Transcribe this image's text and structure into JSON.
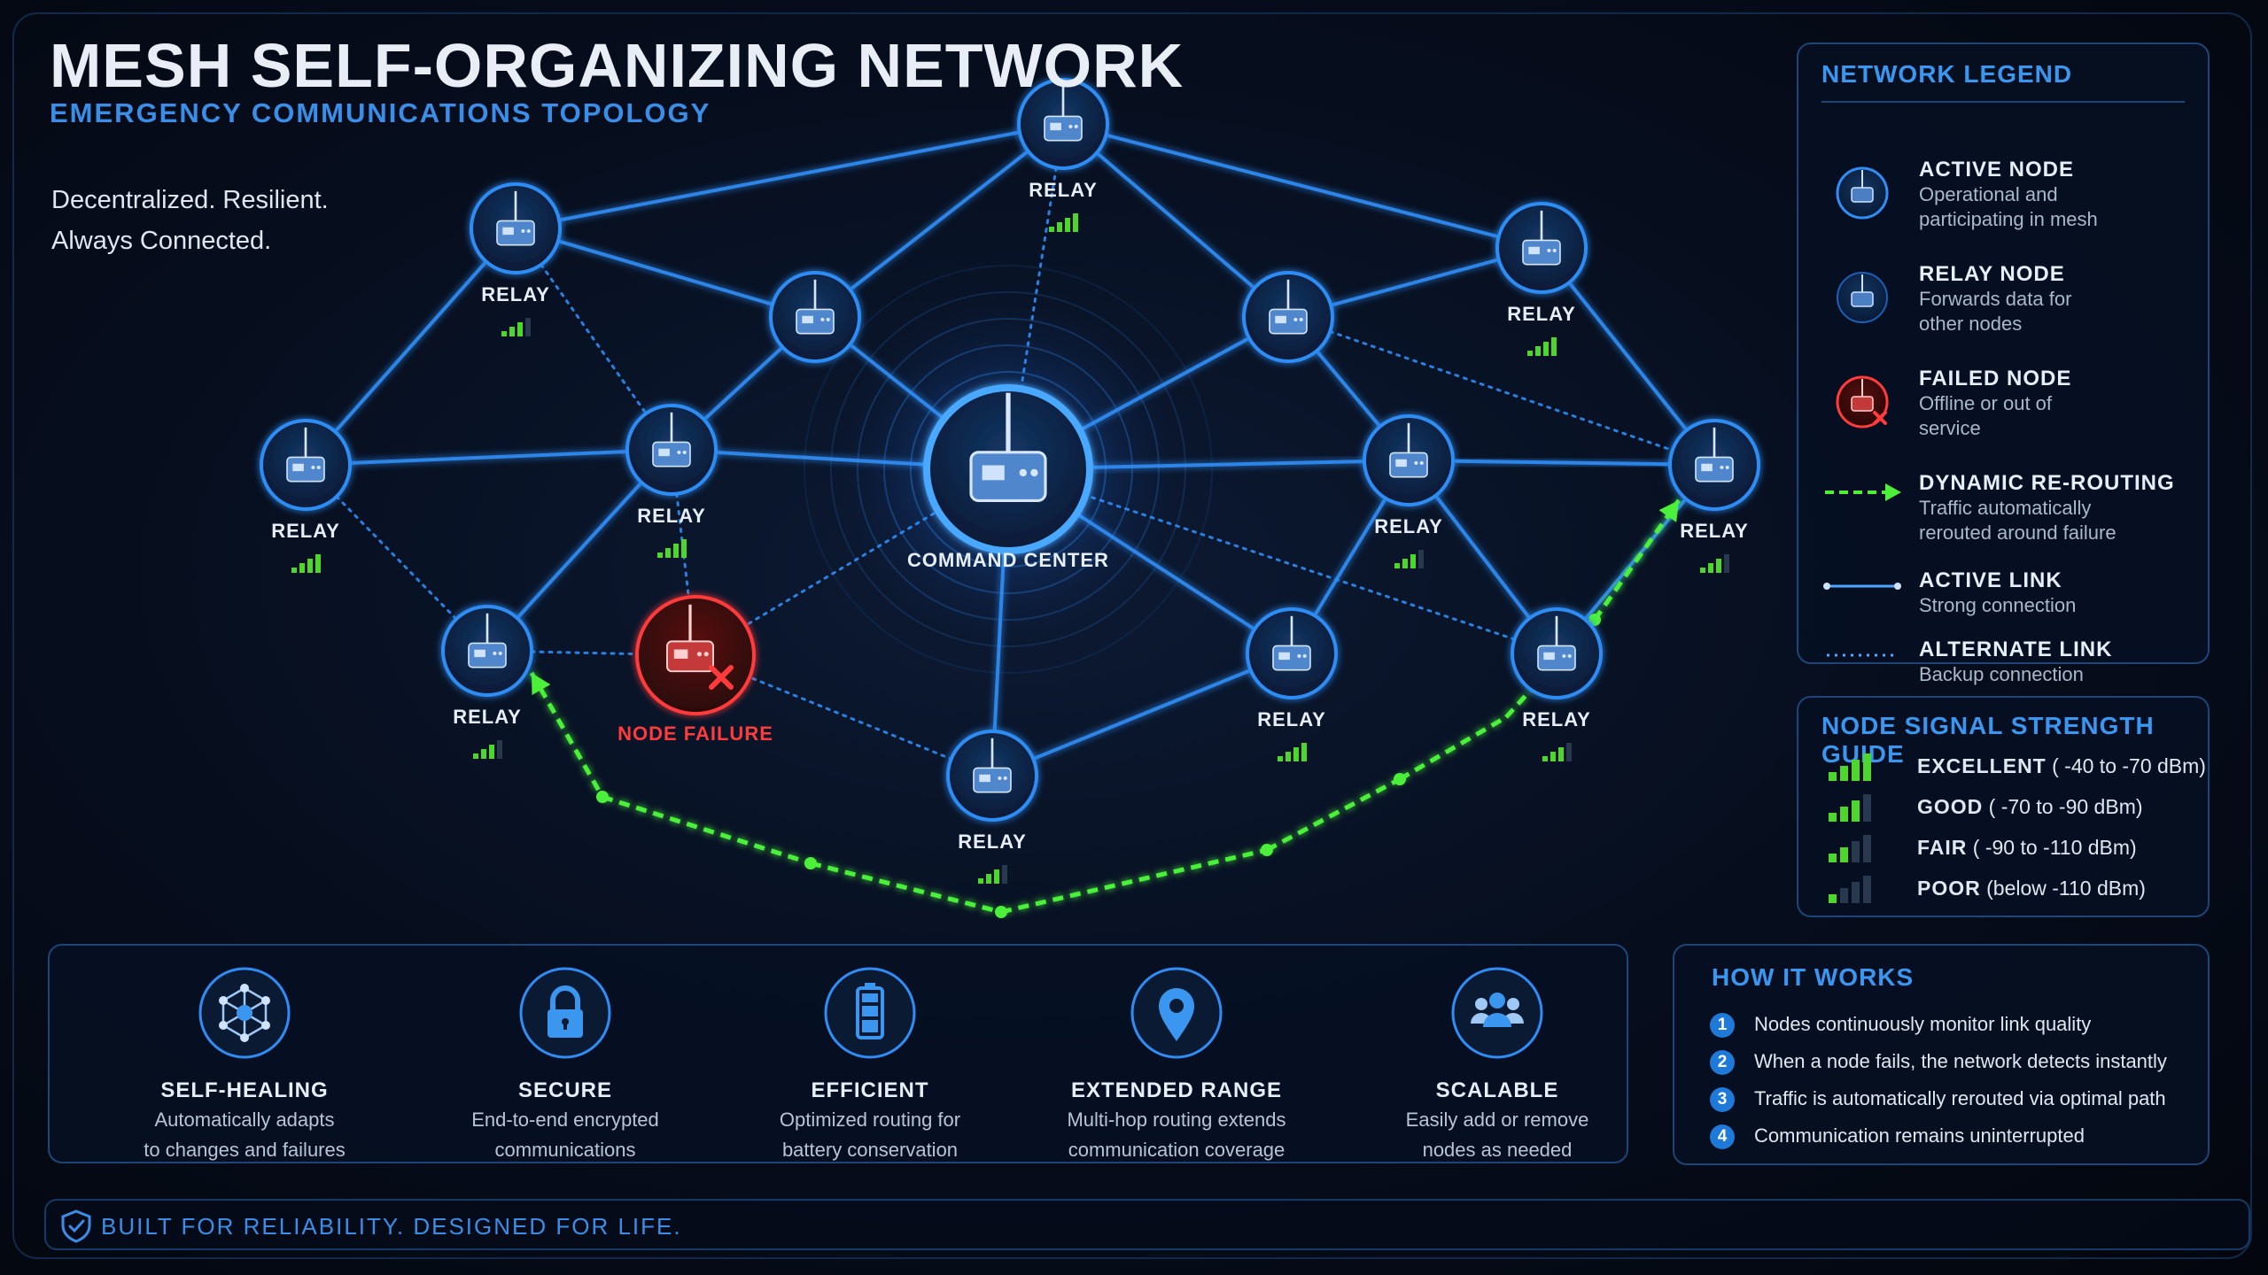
{
  "header": {
    "title": "MESH SELF-ORGANIZING NETWORK",
    "subtitle": "EMERGENCY COMMUNICATIONS TOPOLOGY",
    "tagline_line1": "Decentralized. Resilient.",
    "tagline_line2": "Always Connected."
  },
  "network": {
    "colors": {
      "active": "#2f8df5",
      "failed": "#ff3b3b",
      "reroute": "#4cf03a",
      "signal": "#4cd62e"
    },
    "center_label": "COMMAND CENTER",
    "failure_label": "NODE FAILURE",
    "relay_label": "RELAY",
    "nodes": [
      {
        "id": "top",
        "type": "relay",
        "label": "RELAY",
        "signal": 4
      },
      {
        "id": "ul",
        "type": "relay",
        "label": "RELAY",
        "signal": 3
      },
      {
        "id": "ur",
        "type": "relay",
        "label": "RELAY",
        "signal": 4
      },
      {
        "id": "il",
        "type": "relay",
        "label": "",
        "signal": 0
      },
      {
        "id": "ir",
        "type": "relay",
        "label": "",
        "signal": 0
      },
      {
        "id": "ml",
        "type": "relay",
        "label": "RELAY",
        "signal": 4
      },
      {
        "id": "mcl",
        "type": "relay",
        "label": "RELAY",
        "signal": 4
      },
      {
        "id": "mcr",
        "type": "relay",
        "label": "RELAY",
        "signal": 3
      },
      {
        "id": "mr",
        "type": "relay",
        "label": "RELAY",
        "signal": 3
      },
      {
        "id": "ll",
        "type": "relay",
        "label": "RELAY",
        "signal": 3
      },
      {
        "id": "fail",
        "type": "failed",
        "label": "NODE FAILURE",
        "signal": 0
      },
      {
        "id": "bc",
        "type": "relay",
        "label": "RELAY",
        "signal": 3
      },
      {
        "id": "lrc",
        "type": "relay",
        "label": "RELAY",
        "signal": 4
      },
      {
        "id": "lr",
        "type": "relay",
        "label": "RELAY",
        "signal": 3
      },
      {
        "id": "center",
        "type": "center",
        "label": "COMMAND CENTER",
        "signal": 0
      }
    ]
  },
  "legend": {
    "title": "NETWORK LEGEND",
    "items": [
      {
        "label": "ACTIVE NODE",
        "desc1": "Operational and",
        "desc2": "participating in mesh",
        "icon": "active-node-icon"
      },
      {
        "label": "RELAY NODE",
        "desc1": "Forwards data for",
        "desc2": "other nodes",
        "icon": "relay-node-icon"
      },
      {
        "label": "FAILED NODE",
        "desc1": "Offline or out of",
        "desc2": "service",
        "icon": "failed-node-icon"
      },
      {
        "label": "DYNAMIC RE-ROUTING",
        "desc1": "Traffic automatically",
        "desc2": "rerouted around failure",
        "icon": "reroute-arrow-icon"
      },
      {
        "label": "ACTIVE LINK",
        "desc1": "Strong connection",
        "desc2": "",
        "icon": "active-link-icon"
      },
      {
        "label": "ALTERNATE LINK",
        "desc1": "Backup connection",
        "desc2": "",
        "icon": "alternate-link-icon"
      }
    ]
  },
  "signal_guide": {
    "title": "NODE SIGNAL STRENGTH GUIDE",
    "levels": [
      {
        "name": "EXCELLENT",
        "range": "( -40 to -70 dBm)",
        "bars": 4
      },
      {
        "name": "GOOD",
        "range": "( -70 to -90 dBm)",
        "bars": 3
      },
      {
        "name": "FAIR",
        "range": "( -90 to -110 dBm)",
        "bars": 2
      },
      {
        "name": "POOR",
        "range": "(below -110 dBm)",
        "bars": 1
      }
    ]
  },
  "features": [
    {
      "label": "SELF-HEALING",
      "desc1": "Automatically adapts",
      "desc2": "to changes and failures",
      "icon": "network-hub-icon"
    },
    {
      "label": "SECURE",
      "desc1": "End-to-end encrypted",
      "desc2": "communications",
      "icon": "lock-icon"
    },
    {
      "label": "EFFICIENT",
      "desc1": "Optimized routing for",
      "desc2": "battery conservation",
      "icon": "battery-icon"
    },
    {
      "label": "EXTENDED RANGE",
      "desc1": "Multi-hop routing extends",
      "desc2": "communication coverage",
      "icon": "location-pin-icon"
    },
    {
      "label": "SCALABLE",
      "desc1": "Easily add or remove",
      "desc2": "nodes as needed",
      "icon": "users-group-icon"
    }
  ],
  "how_it_works": {
    "title": "HOW IT WORKS",
    "steps": [
      {
        "num": "1",
        "text": "Nodes continuously monitor link quality"
      },
      {
        "num": "2",
        "text": "When a node fails, the network detects instantly"
      },
      {
        "num": "3",
        "text": "Traffic is automatically rerouted via optimal path"
      },
      {
        "num": "4",
        "text": "Communication remains uninterrupted"
      }
    ]
  },
  "footer": {
    "text": "BUILT FOR RELIABILITY. DESIGNED FOR LIFE.",
    "icon": "shield-check-icon"
  }
}
